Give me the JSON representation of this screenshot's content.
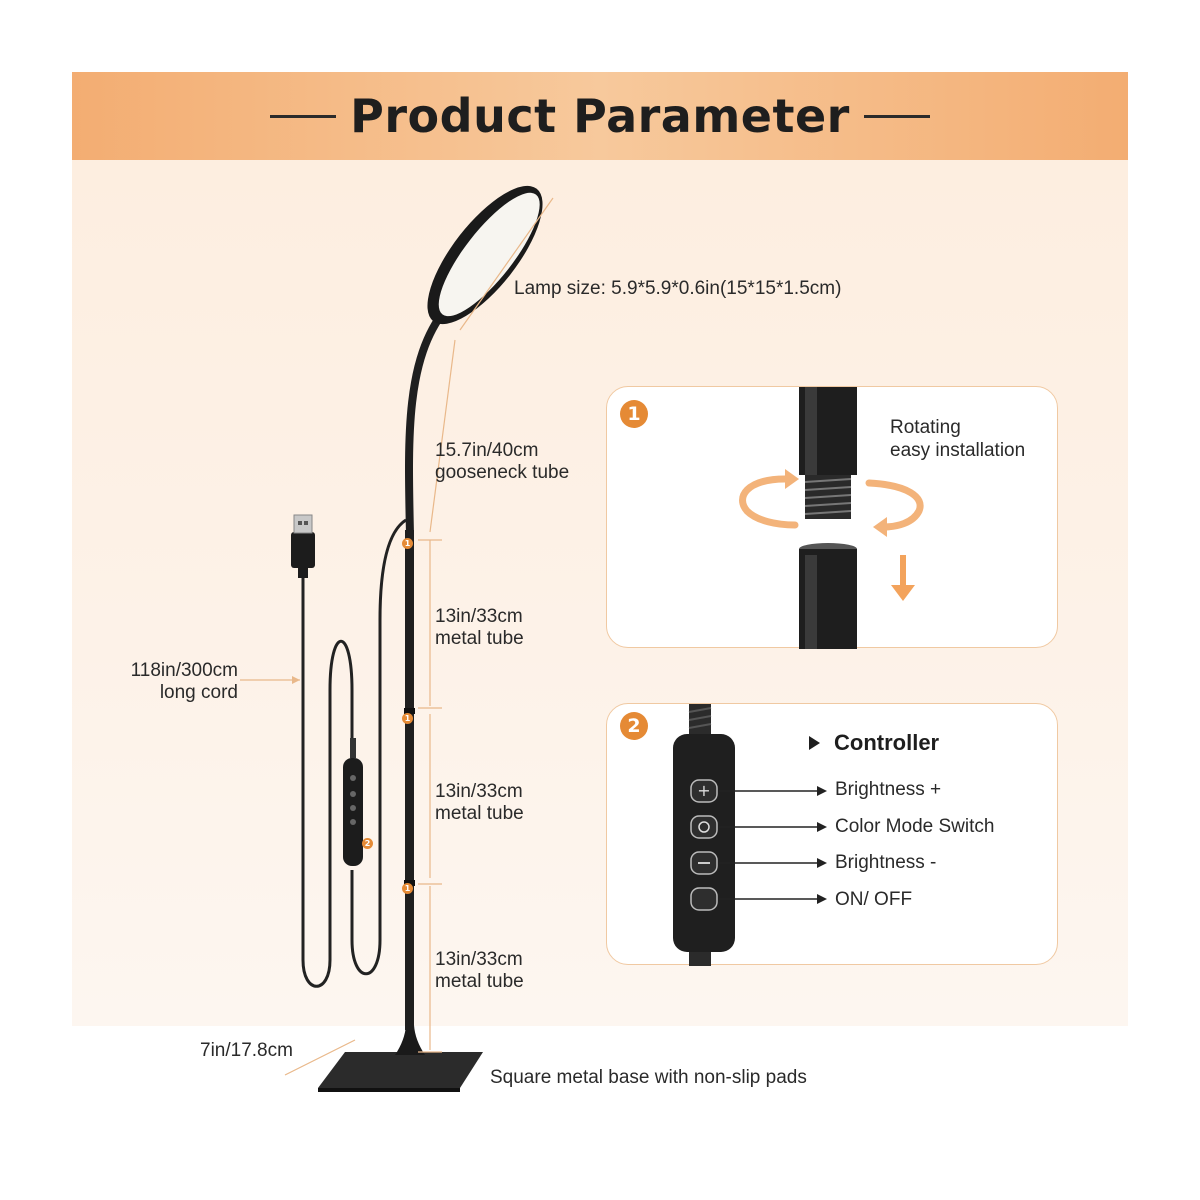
{
  "header": {
    "title": "Product Parameter"
  },
  "dimensions": {
    "lamp_size": "Lamp size: 5.9*5.9*0.6in(15*15*1.5cm)",
    "gooseneck": {
      "line1": "15.7in/40cm",
      "line2": "gooseneck tube"
    },
    "tube_1": {
      "line1": "13in/33cm",
      "line2": "metal tube"
    },
    "tube_2": {
      "line1": "13in/33cm",
      "line2": "metal tube"
    },
    "tube_3": {
      "line1": "13in/33cm",
      "line2": "metal tube"
    },
    "cord": {
      "line1": "118in/300cm",
      "line2": "long cord"
    },
    "base_width": "7in/17.8cm",
    "base": "Square metal base with non-slip pads"
  },
  "installation_card": {
    "badge": "1",
    "line1": "Rotating",
    "line2": "easy installation"
  },
  "controller_card": {
    "badge": "2",
    "title": "Controller",
    "buttons": [
      {
        "label": "Brightness +"
      },
      {
        "label": "Color Mode Switch"
      },
      {
        "label": "Brightness -"
      },
      {
        "label": "ON/ OFF"
      }
    ]
  },
  "colors": {
    "accent": "#e58a35",
    "banner": "#f3ad72",
    "panel": "#fdeee0",
    "dim_line": "#e9b88a"
  }
}
